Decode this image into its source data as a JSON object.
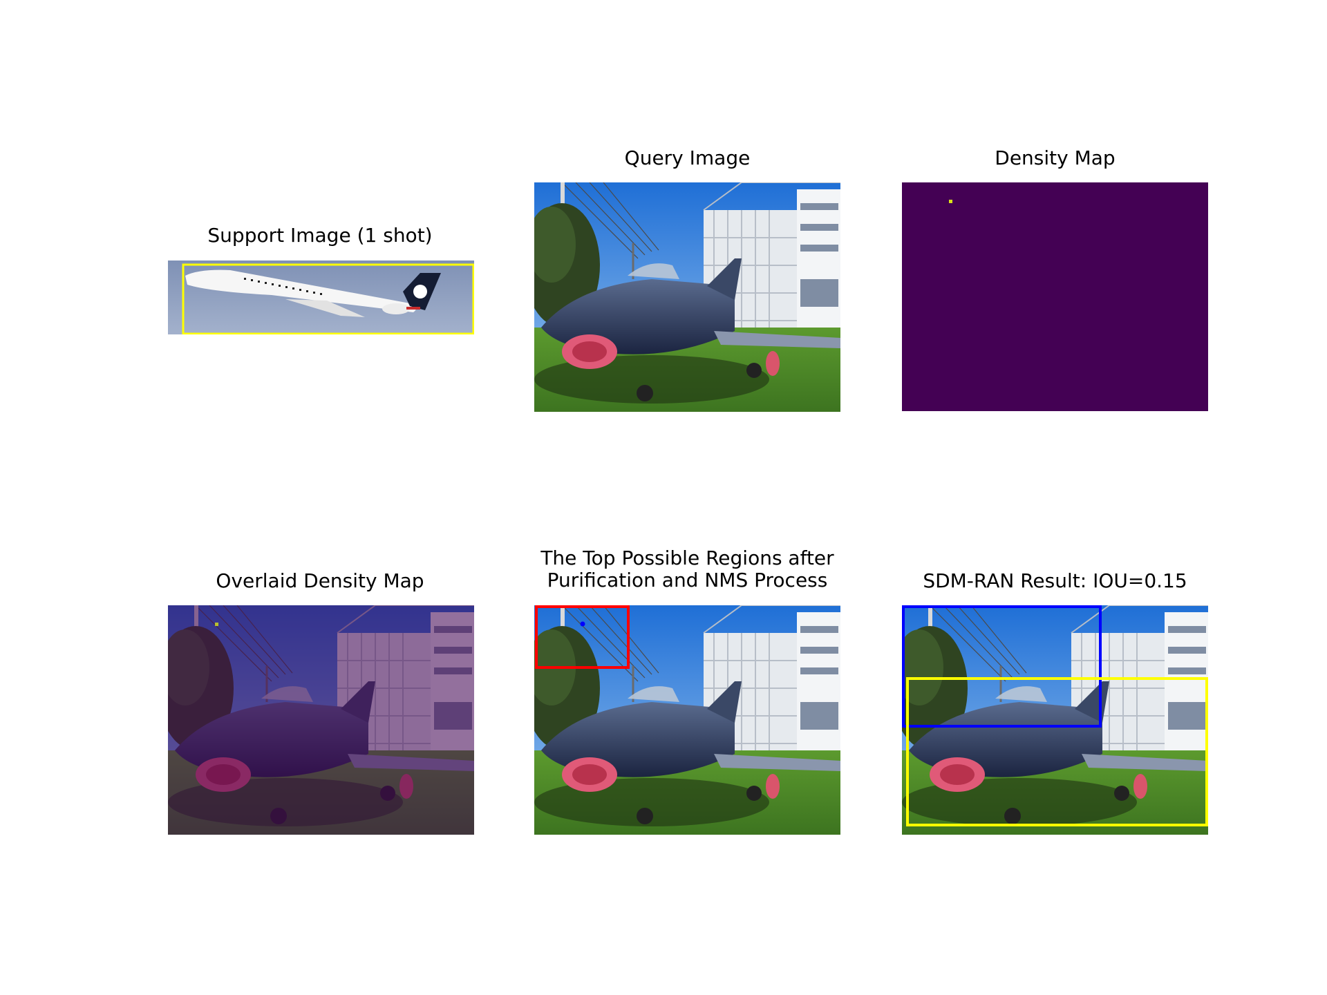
{
  "panels": {
    "support": {
      "title": "Support Image (1 shot)"
    },
    "query": {
      "title": "Query Image"
    },
    "density": {
      "title": "Density Map"
    },
    "overlaid": {
      "title": "Overlaid Density Map"
    },
    "regions": {
      "title_line1": "The Top Possible Regions after",
      "title_line2": "Purification and NMS Process"
    },
    "result": {
      "title": "SDM-RAN Result: IOU=0.15"
    }
  },
  "colors": {
    "density_bg": "#440154",
    "density_peak": "#d8e219",
    "support_box": "#ffff00",
    "region_box": "#ff0000",
    "result_pred_box": "#0000ff",
    "result_gt_box": "#ffff00"
  }
}
